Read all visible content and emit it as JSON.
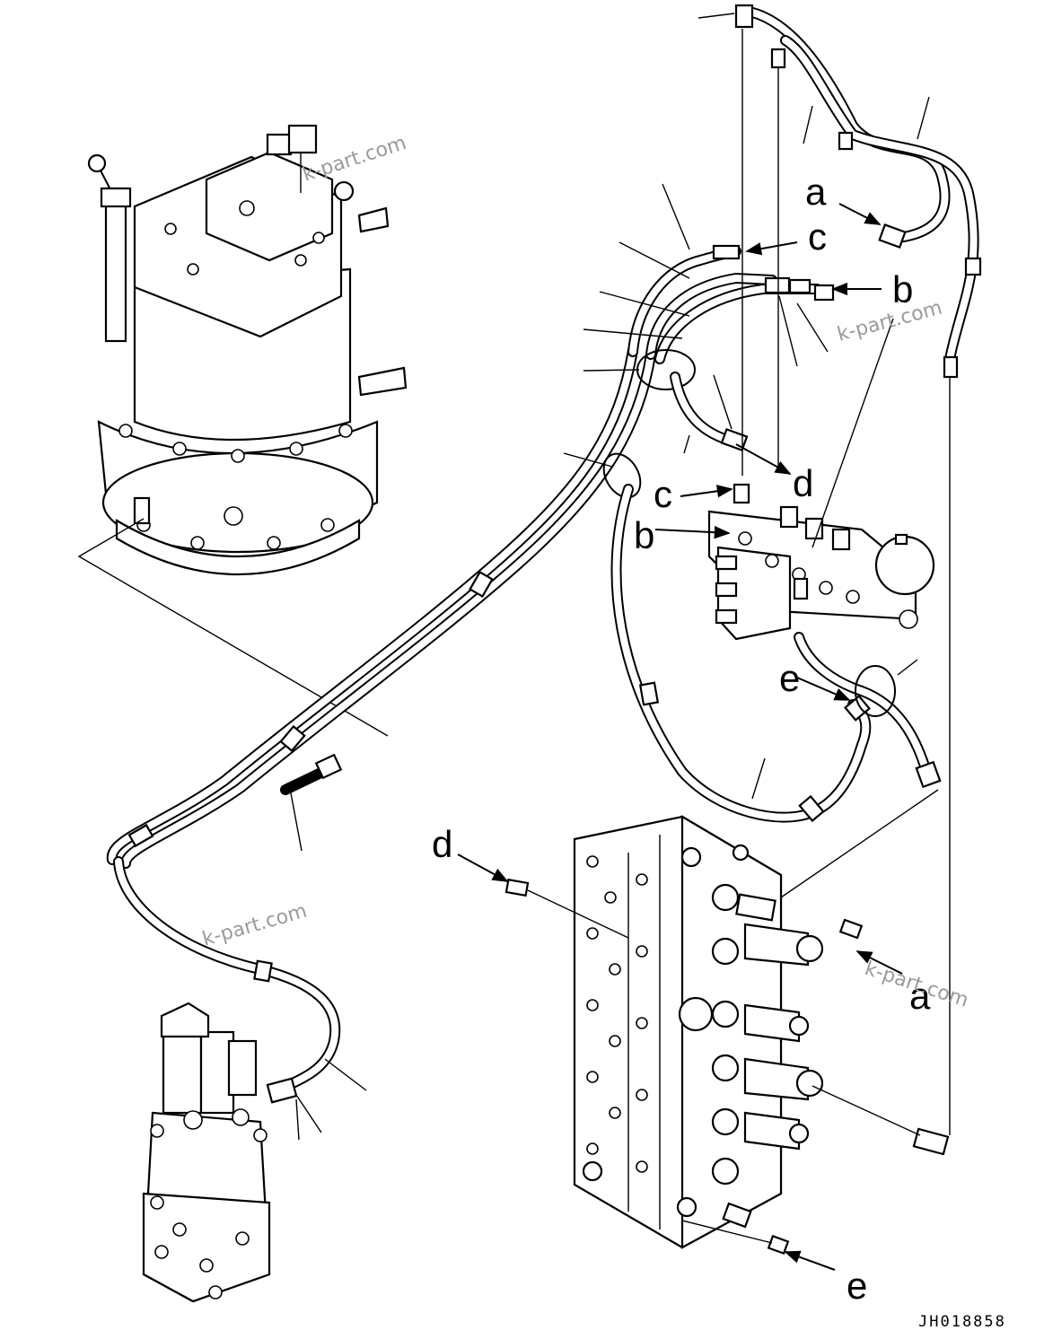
{
  "diagram": {
    "drawing_code": "JH018858",
    "watermark": "k-part.com",
    "labels": {
      "a_top": "a",
      "b_top": "b",
      "c_top": "c",
      "c_mid": "c",
      "b_mid": "b",
      "d_mid": "d",
      "e_mid": "e",
      "d_low": "d",
      "a_low": "a",
      "e_low": "e"
    }
  }
}
